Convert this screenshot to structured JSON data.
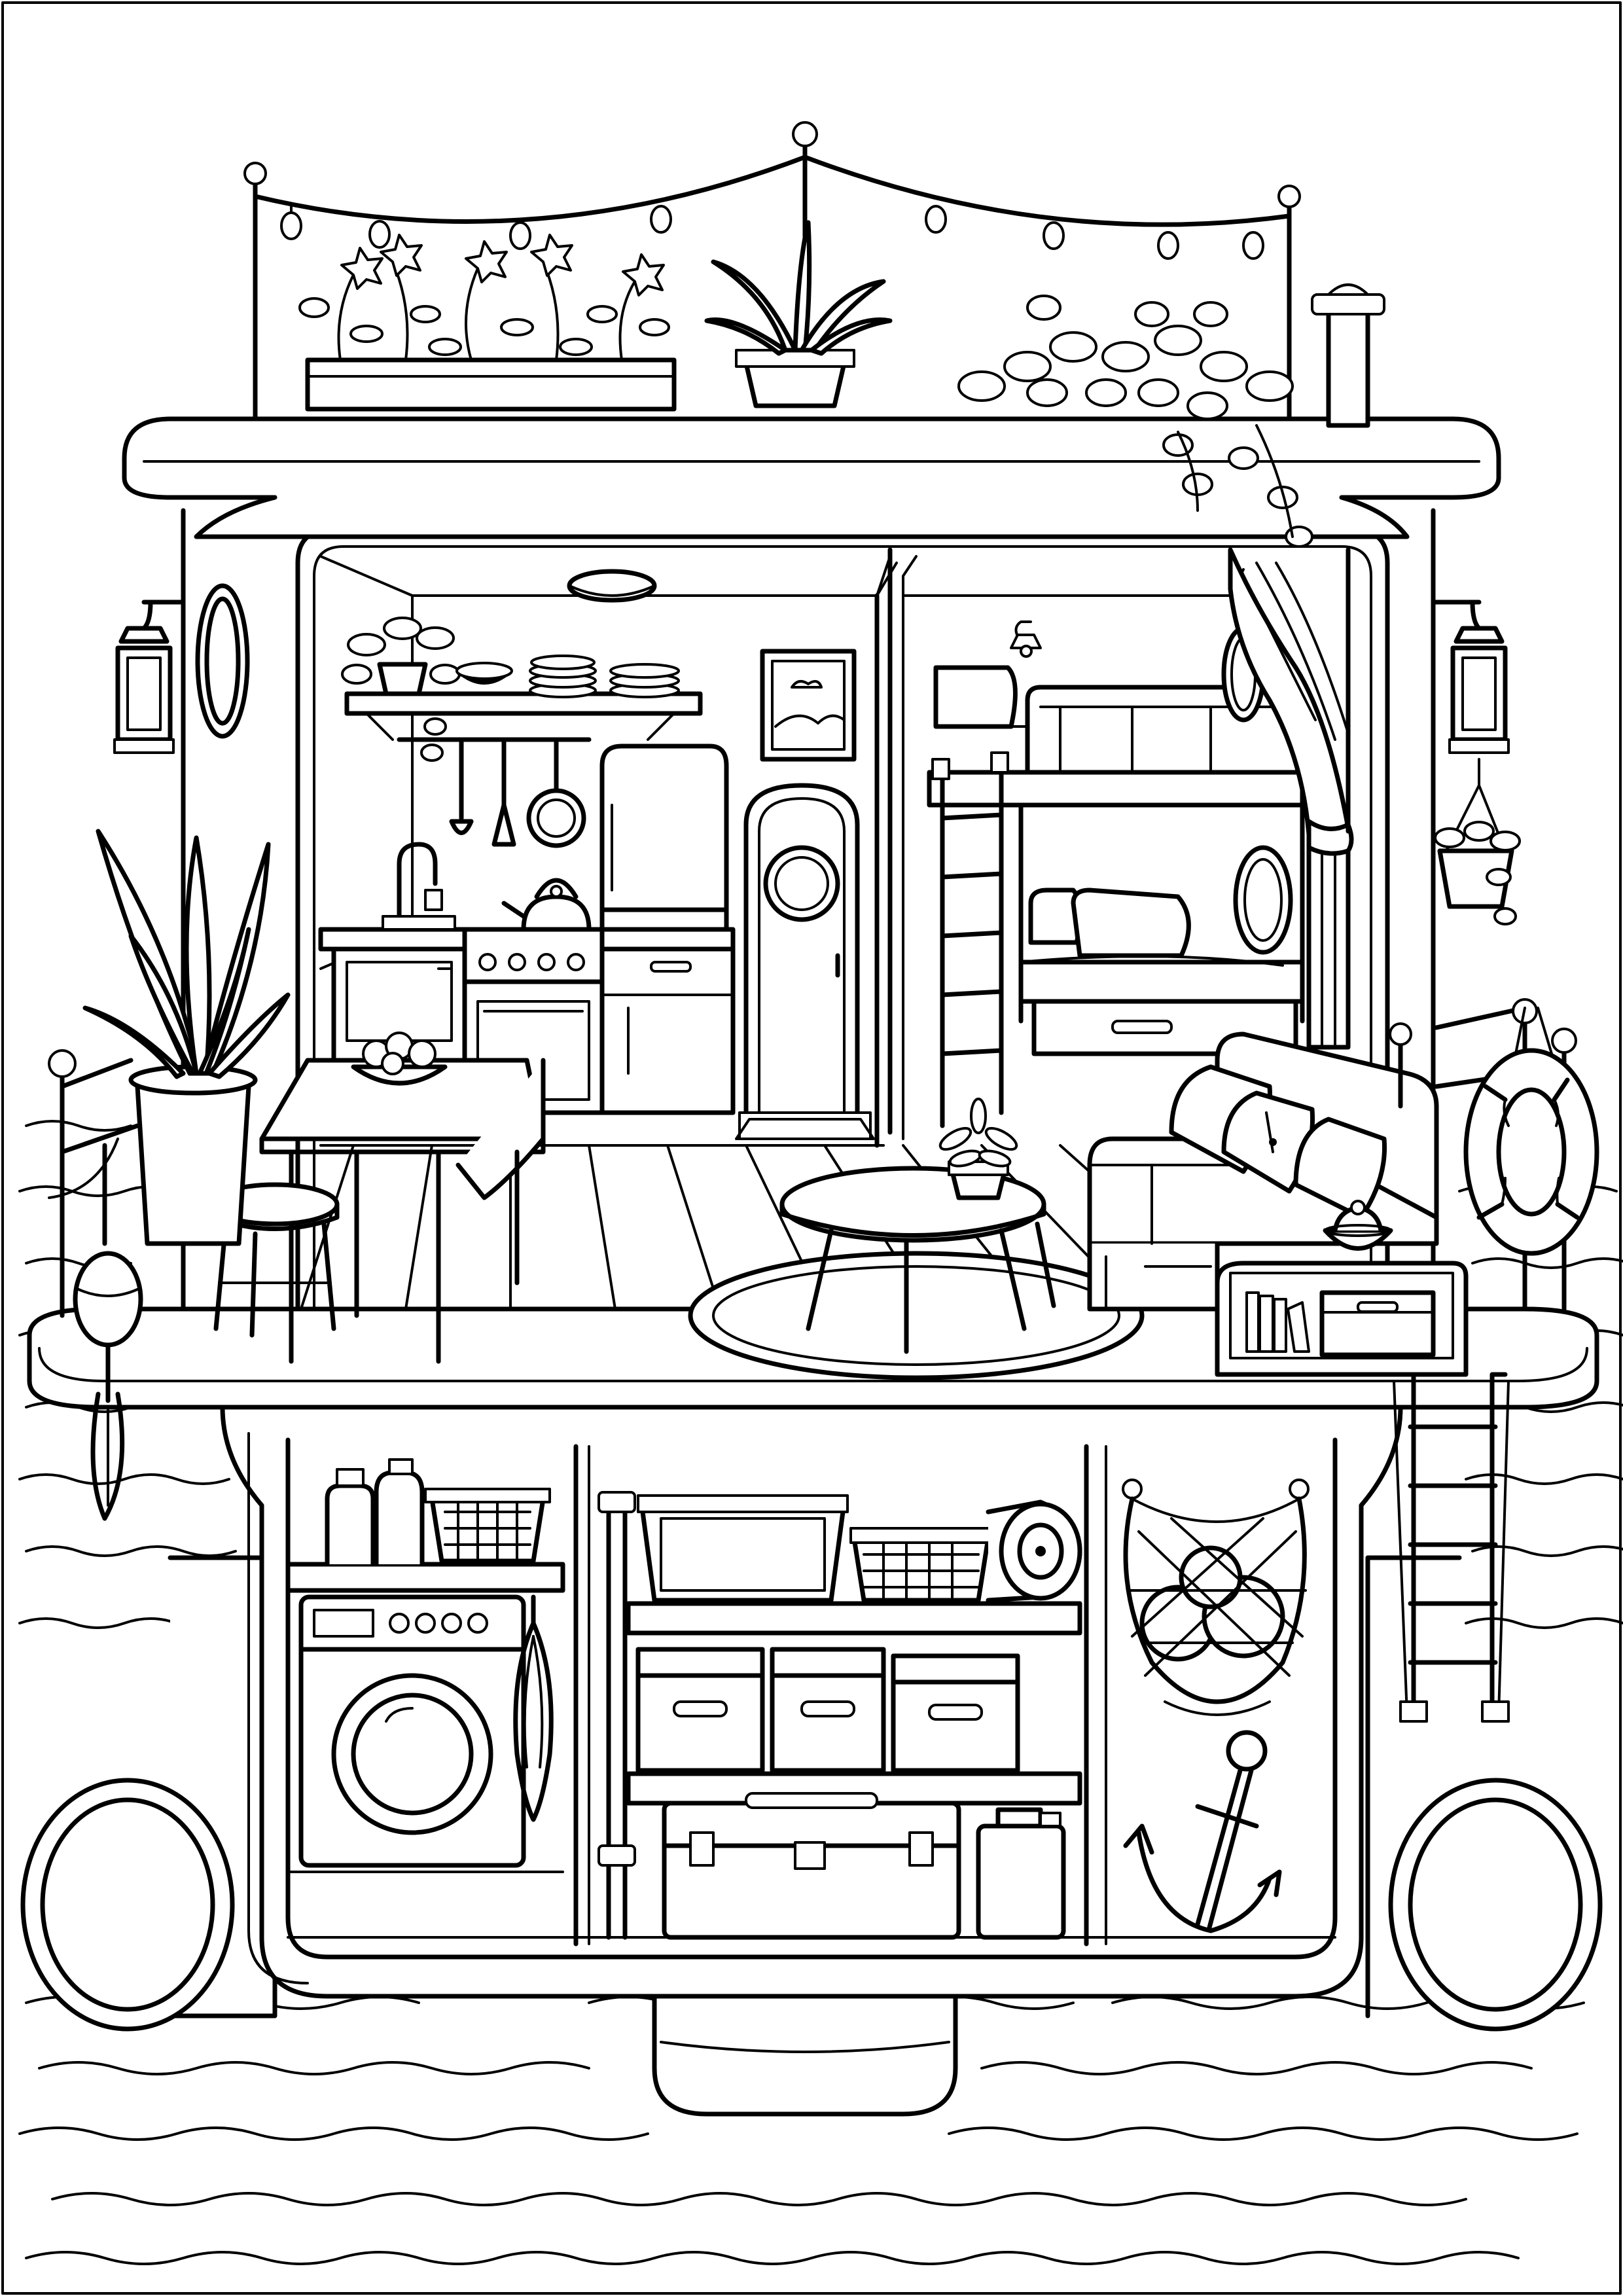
{
  "scene": {
    "subject": "houseboat-cutaway-coloring-page",
    "style": "black line art on white",
    "colors": {
      "ink": "#000000",
      "paper": "#ffffff"
    },
    "sections": [
      "roof-garden",
      "kitchen",
      "bunk-bedroom",
      "living-deck",
      "storage-hold",
      "pontoons",
      "water"
    ]
  }
}
